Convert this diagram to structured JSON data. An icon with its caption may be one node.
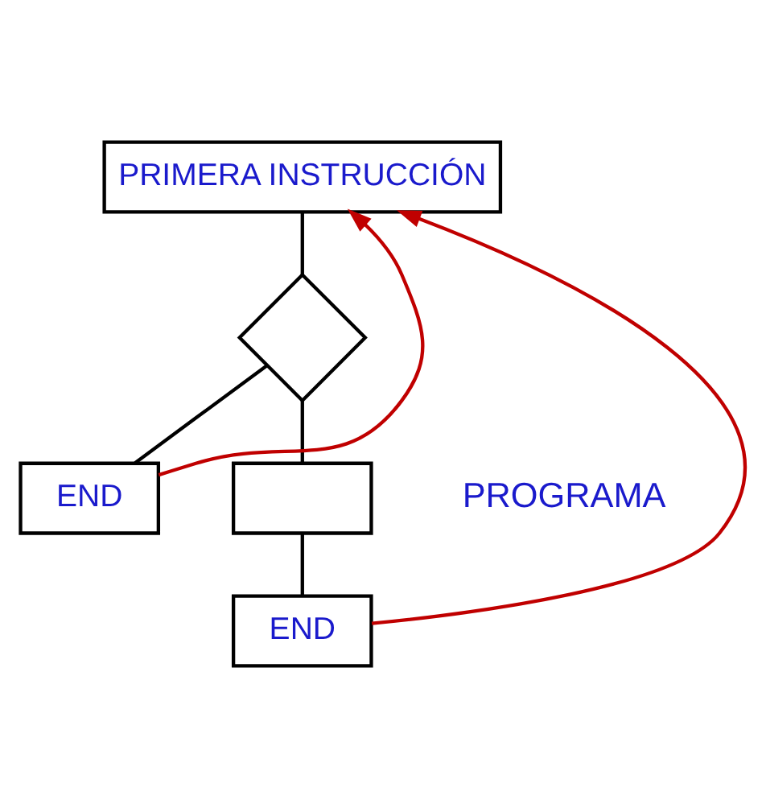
{
  "diagram": {
    "nodes": [
      {
        "text": [
          "PRIMERA INSTRUCCIÓN"
        ]
      },
      {
        "text": [],
        "shape": "diamond"
      },
      {
        "text": [
          "END"
        ]
      },
      {
        "text": [],
        "shape": "box"
      },
      {
        "text": [
          "END"
        ]
      }
    ],
    "edges": [
      {
        "from": 0,
        "to": 1,
        "arrow": "none"
      },
      {
        "from": 1,
        "to": 2,
        "arrow": "none"
      },
      {
        "from": 1,
        "to": 3,
        "arrow": "none"
      },
      {
        "from": 3,
        "to": 4,
        "arrow": "none"
      },
      {
        "from": 2,
        "to": 0,
        "arrow": "to",
        "color": "#c00000"
      },
      {
        "from": 4,
        "to": 0,
        "arrow": "to",
        "color": "#c00000"
      }
    ],
    "labels": [
      "PROGRAMA"
    ]
  }
}
